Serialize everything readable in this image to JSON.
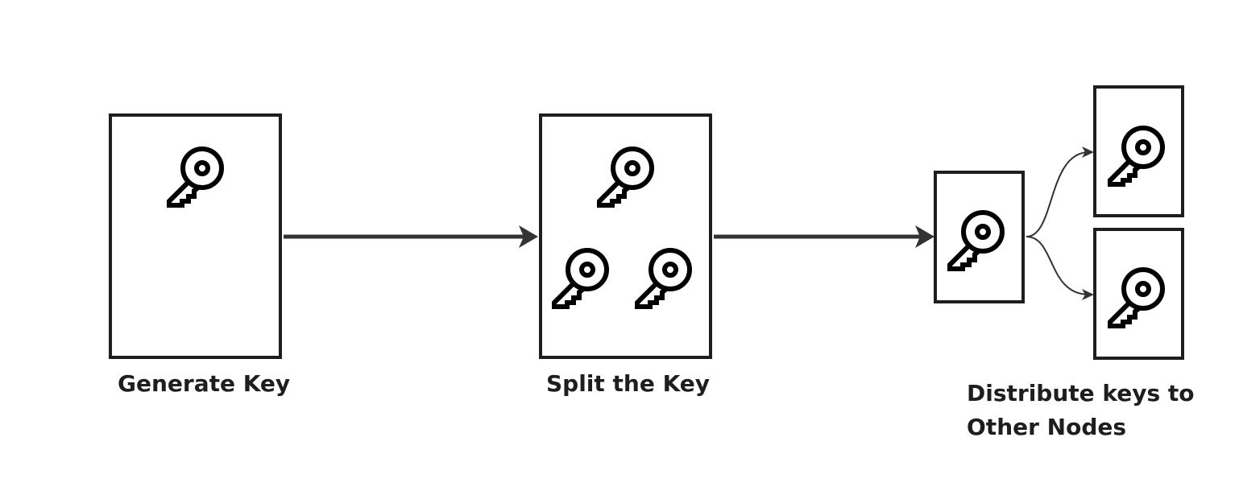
{
  "diagram": {
    "steps": [
      {
        "id": "generate",
        "label": "Generate Key",
        "key_count": 1
      },
      {
        "id": "split",
        "label": "Split the Key",
        "key_count": 3
      },
      {
        "id": "distribute",
        "label_line1": "Distribute keys to",
        "label_line2": "Other Nodes",
        "key_count": 3
      }
    ],
    "icon": "key-icon"
  },
  "colors": {
    "stroke": "#1e1e1e",
    "arrow": "#333333",
    "background": "#ffffff"
  }
}
